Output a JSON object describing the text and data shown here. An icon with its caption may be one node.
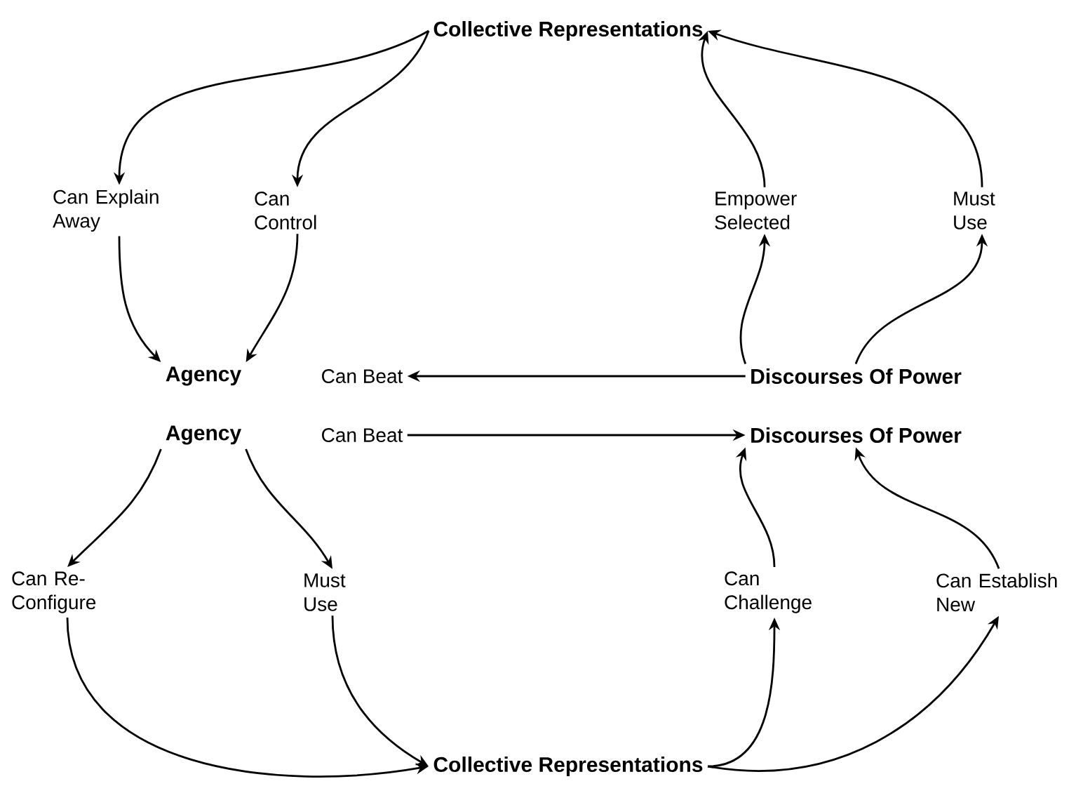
{
  "diagram": {
    "nodes": [
      {
        "text": [
          "Collective Representations"
        ]
      },
      {
        "text": [
          "Can Explain Away"
        ]
      },
      {
        "text": [
          "Can Control"
        ]
      },
      {
        "text": [
          "Empower Selected"
        ]
      },
      {
        "text": [
          "Must Use"
        ]
      },
      {
        "text": [
          "Agency"
        ]
      },
      {
        "text": [
          "Can Beat"
        ]
      },
      {
        "text": [
          "Discourses Of Power"
        ]
      },
      {
        "text": [
          "Agency"
        ]
      },
      {
        "text": [
          "Can Beat"
        ]
      },
      {
        "text": [
          "Discourses Of Power"
        ]
      },
      {
        "text": [
          "Can Re- Configure"
        ]
      },
      {
        "text": [
          "Must Use"
        ]
      },
      {
        "text": [
          "Can Challenge"
        ]
      },
      {
        "text": [
          "Can Establish New"
        ]
      },
      {
        "text": [
          "Collective Representations"
        ]
      }
    ],
    "edges": [
      {
        "from": 0,
        "to": 1,
        "arrow": "to"
      },
      {
        "from": 0,
        "to": 2,
        "arrow": "to"
      },
      {
        "from": 1,
        "to": 5,
        "arrow": "to"
      },
      {
        "from": 2,
        "to": 5,
        "arrow": "to"
      },
      {
        "from": 7,
        "to": 3,
        "arrow": "to"
      },
      {
        "from": 7,
        "to": 4,
        "arrow": "to"
      },
      {
        "from": 3,
        "to": 0,
        "arrow": "to"
      },
      {
        "from": 4,
        "to": 0,
        "arrow": "to"
      },
      {
        "from": 7,
        "to": 6,
        "arrow": "to"
      },
      {
        "from": 9,
        "to": 10,
        "arrow": "to"
      },
      {
        "from": 8,
        "to": 11,
        "arrow": "to"
      },
      {
        "from": 8,
        "to": 12,
        "arrow": "to"
      },
      {
        "from": 11,
        "to": 15,
        "arrow": "to"
      },
      {
        "from": 12,
        "to": 15,
        "arrow": "to"
      },
      {
        "from": 15,
        "to": 13,
        "arrow": "to"
      },
      {
        "from": 15,
        "to": 14,
        "arrow": "to"
      },
      {
        "from": 13,
        "to": 10,
        "arrow": "to"
      },
      {
        "from": 14,
        "to": 10,
        "arrow": "to"
      }
    ]
  }
}
